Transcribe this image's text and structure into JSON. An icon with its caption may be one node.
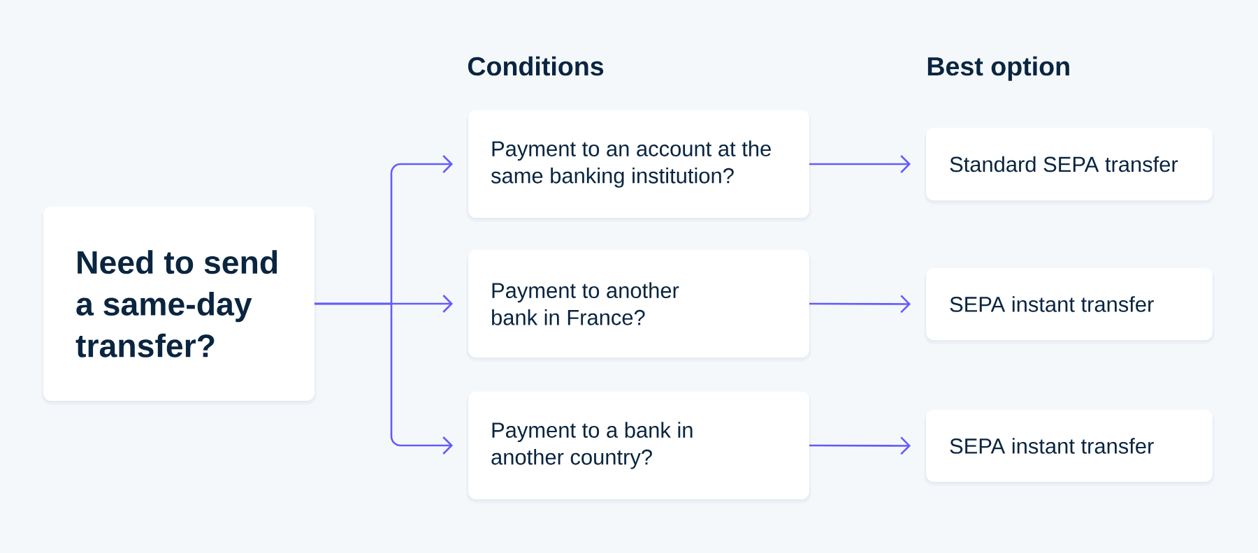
{
  "diagram": {
    "nodes": [
      {
        "text": [
          "Need to send a same-day transfer?"
        ]
      },
      {
        "text": [
          "Payment to an account at the same banking institution?"
        ]
      },
      {
        "text": [
          "Payment to another bank in France?"
        ]
      },
      {
        "text": [
          "Payment to a bank in another country?"
        ]
      },
      {
        "text": [
          "Standard SEPA transfer"
        ]
      },
      {
        "text": [
          "SEPA instant transfer"
        ]
      },
      {
        "text": [
          "SEPA instant transfer"
        ]
      }
    ],
    "edges": [
      {
        "from": 0,
        "to": 1,
        "arrow": "to"
      },
      {
        "from": 0,
        "to": 2,
        "arrow": "to"
      },
      {
        "from": 0,
        "to": 3,
        "arrow": "to"
      },
      {
        "from": 1,
        "to": 4,
        "arrow": "to"
      },
      {
        "from": 2,
        "to": 5,
        "arrow": "to"
      },
      {
        "from": 3,
        "to": 6,
        "arrow": "to"
      }
    ],
    "labels": [
      "Conditions",
      "Best option"
    ]
  }
}
